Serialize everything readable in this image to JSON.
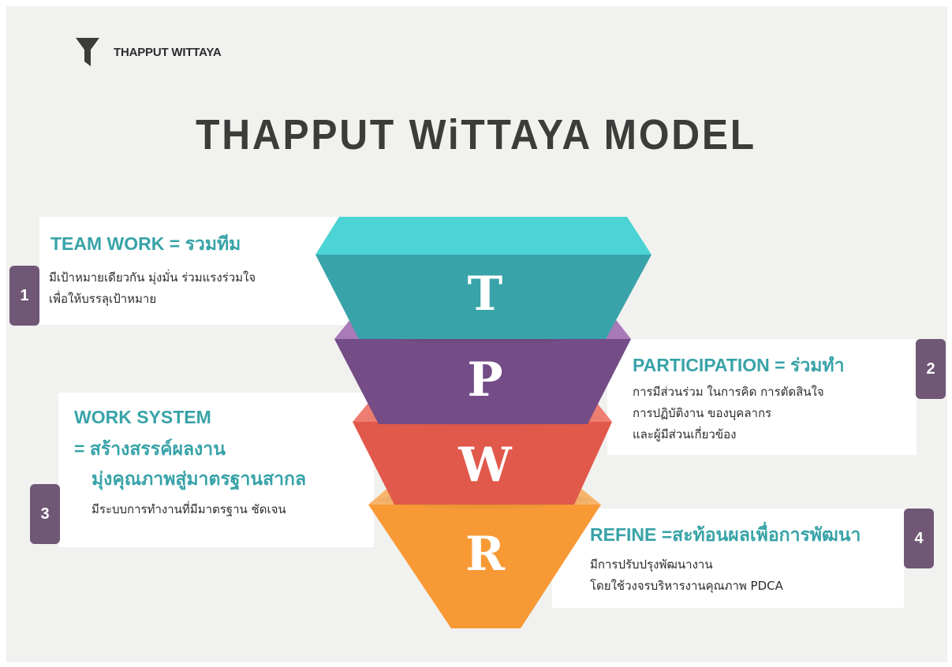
{
  "brand": {
    "name": "THAPPUT WITTAYA",
    "icon": "funnel-icon"
  },
  "title": "THAPPUT WiTTAYA MODEL",
  "colors": {
    "background": "#f1f1ef",
    "teal": "#38a3a8",
    "purple": "#744c86",
    "red": "#e1594a",
    "orange": "#f79a36",
    "badge": "#6f5775",
    "title": "#3b3d3b"
  },
  "funnel": {
    "letters": [
      "T",
      "P",
      "W",
      "R"
    ]
  },
  "items": [
    {
      "number": "1",
      "heading": "TEAM WORK =  รวมทีม",
      "lines": [
        "มีเป้าหมายเดียวกัน มุ่งมั่น ร่วมแรงร่วมใจ",
        "เพื่อให้บรรลุเป้าหมาย"
      ]
    },
    {
      "number": "2",
      "heading": "PARTICIPATION =  ร่วมทำ",
      "lines": [
        "การมีส่วนร่วม ในการคิด การตัดสินใจ",
        "การปฏิบัติงาน ของบุคลากร",
        "และผู้มีส่วนเกี่ยวข้อง"
      ]
    },
    {
      "number": "3",
      "heading_lines": [
        "WORK SYSTEM",
        "= สร้างสรรค์ผลงาน",
        "มุ่งคุณภาพสู่มาตรฐานสากล"
      ],
      "lines": [
        "มีระบบการทำงานที่มีมาตรฐาน ชัดเจน"
      ]
    },
    {
      "number": "4",
      "heading": "REFINE =สะท้อนผลเพื่อการพัฒนา",
      "lines": [
        "มีการปรับปรุงพัฒนางาน",
        "โดยใช้วงจรบริหารงานคุณภาพ PDCA"
      ]
    }
  ]
}
